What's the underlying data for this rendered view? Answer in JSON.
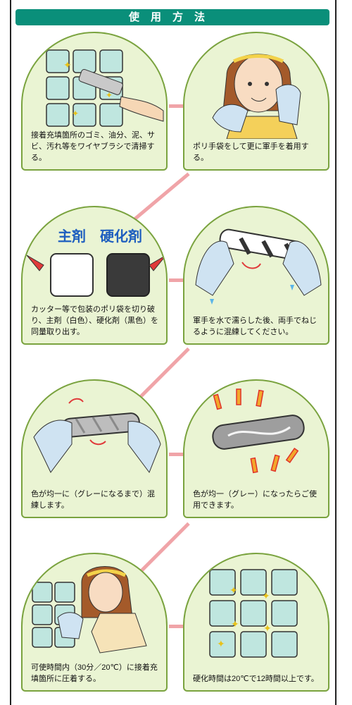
{
  "header": {
    "title": "使用方法"
  },
  "steps": [
    {
      "caption": "接着充填箇所のゴミ、油分、泥、サビ、汚れ等をワイヤブラシで清掃する。"
    },
    {
      "caption": "ポリ手袋をして更に軍手を着用する。"
    },
    {
      "caption": "カッター等で包装のポリ袋を切り破り、主剤（白色）、硬化剤（黒色）を同量取り出す。",
      "label_main": "主剤",
      "label_hardener": "硬化剤"
    },
    {
      "caption": "軍手を水で濡らした後、両手でねじるように混練してください。"
    },
    {
      "caption": "色が均一に（グレーになるまで）混練します。"
    },
    {
      "caption": "色が均一（グレー）になったらご使用できます。"
    },
    {
      "caption": "可使時間内（30分／20℃）に接着充填箇所に圧着する。"
    },
    {
      "caption": "硬化時間は20℃で12時間以上です。"
    }
  ],
  "colors": {
    "header": "#0a8f7a",
    "panel": "#eaf4d3",
    "panel_border": "#7aa33f",
    "connector": "#f0a4a8",
    "label_blue": "#1f5fbf"
  }
}
